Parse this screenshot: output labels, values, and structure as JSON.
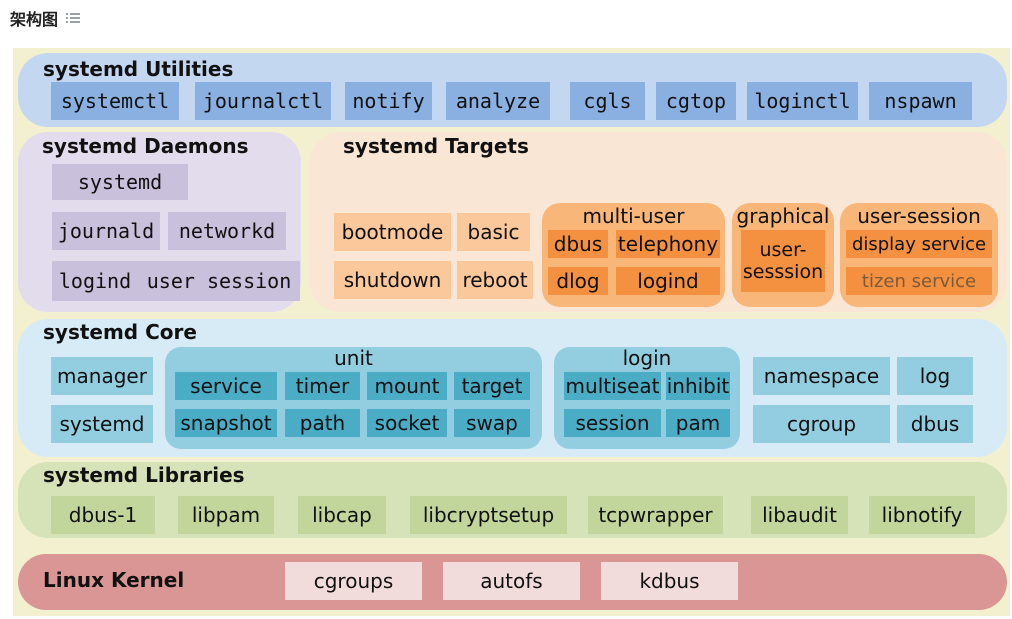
{
  "page_heading": "架构图",
  "utilities": {
    "title": "systemd Utilities",
    "items": [
      "systemctl",
      "journalctl",
      "notify",
      "analyze",
      "cgls",
      "cgtop",
      "loginctl",
      "nspawn"
    ]
  },
  "daemons": {
    "title": "systemd Daemons",
    "systemd": "systemd",
    "journald": "journald",
    "networkd": "networkd",
    "logind": "logind",
    "user_session": "user session"
  },
  "targets": {
    "title": "systemd Targets",
    "bootmode": "bootmode",
    "basic": "basic",
    "shutdown": "shutdown",
    "reboot": "reboot",
    "multi_user": {
      "title": "multi-user",
      "items": [
        "dbus",
        "telephony",
        "dlog",
        "logind"
      ]
    },
    "graphical": {
      "title": "graphical",
      "item_line1": "user-",
      "item_line2": "sesssion"
    },
    "user_session": {
      "title": "user-session",
      "items": [
        "display service",
        "tizen service"
      ]
    }
  },
  "core": {
    "title": "systemd Core",
    "manager": "manager",
    "systemd": "systemd",
    "unit": {
      "title": "unit",
      "items": [
        "service",
        "timer",
        "mount",
        "target",
        "snapshot",
        "path",
        "socket",
        "swap"
      ]
    },
    "login": {
      "title": "login",
      "items": [
        "multiseat",
        "inhibit",
        "session",
        "pam"
      ]
    },
    "namespace": "namespace",
    "log": "log",
    "cgroup": "cgroup",
    "dbus": "dbus"
  },
  "libraries": {
    "title": "systemd Libraries",
    "items": [
      "dbus-1",
      "libpam",
      "libcap",
      "libcryptsetup",
      "tcpwrapper",
      "libaudit",
      "libnotify"
    ]
  },
  "kernel": {
    "title": "Linux Kernel",
    "items": [
      "cgroups",
      "autofs",
      "kdbus"
    ]
  },
  "colors": {
    "utilities_band": "#c3d7f1",
    "utilities_box": "#89b0e0",
    "daemons_band": "#e3dcec",
    "daemons_box": "#c9c0dc",
    "targets_band": "#fae6d5",
    "targets_box": "#fbc89b",
    "targets_group": "#f8b679",
    "targets_inner": "#f49140",
    "core_band": "#d6ebf5",
    "core_box": "#93cee0",
    "core_group": "#93cee0",
    "core_inner": "#4bacc6",
    "libraries_band": "#d6e3b8",
    "libraries_box": "#c2d69b",
    "kernel_band": "#d99694",
    "kernel_box": "#f2dcdb"
  }
}
